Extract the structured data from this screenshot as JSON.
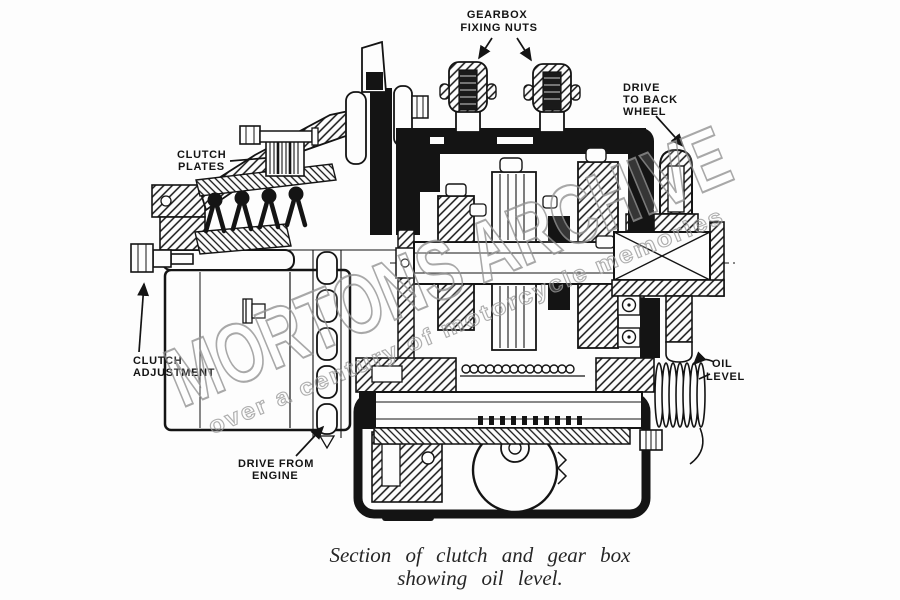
{
  "figure": {
    "caption_line1": "Section of clutch and gear box",
    "caption_line2": "showing oil level."
  },
  "labels": {
    "gearbox_fixing_nuts": {
      "l1": "GEARBOX",
      "l2": "FIXING NUTS"
    },
    "drive_to_back_wheel": {
      "l1": "DRIVE",
      "l2": "TO BACK",
      "l3": "WHEEL"
    },
    "clutch_plates": {
      "l1": "CLUTCH",
      "l2": "PLATES"
    },
    "clutch_adjustment": {
      "l1": "CLUTCH",
      "l2": "ADJUSTMENT"
    },
    "drive_from_engine": {
      "l1": "DRIVE FROM",
      "l2": "ENGINE"
    },
    "oil_level": {
      "l1": "OIL",
      "l2": "LEVEL"
    }
  },
  "watermark": {
    "title": "MORTONS ARCHIVE",
    "subtitle": "over a century of motorcycle memories"
  },
  "colors": {
    "ink": "#141414",
    "paper": "#fdfdfd",
    "watermark": "#949494"
  }
}
